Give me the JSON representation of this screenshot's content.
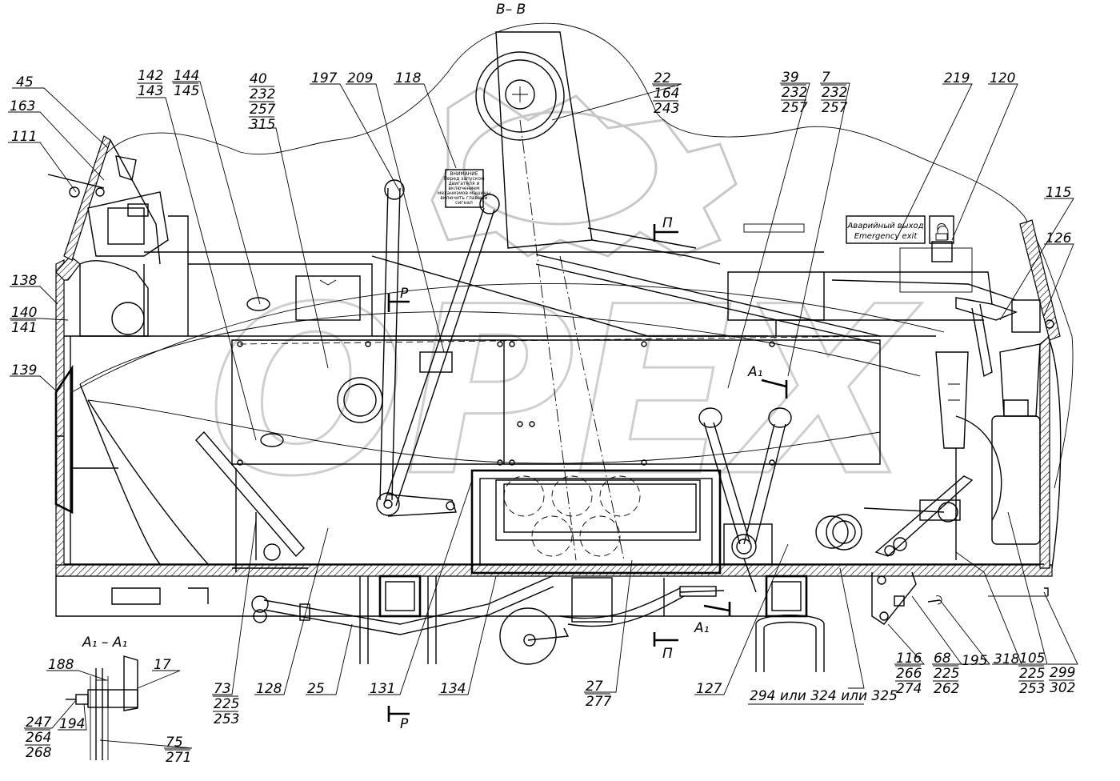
{
  "drawing": {
    "section_title": "В– В",
    "section_a1_title": "А₁ – А₁",
    "sign_warning_lines": [
      "ВНИМАНИЕ",
      "Перед запуском",
      "двигателя и",
      "включением",
      "механизмов машины",
      "включить главный",
      "сигнал"
    ],
    "sign_emergency_ru": "Аварийный выход",
    "sign_emergency_en": "Emergency exit",
    "watermark": "ОРЕХ",
    "cut_markers": {
      "p_upper": "П",
      "p_lower": "П",
      "r_upper": "Р",
      "r_lower": "Р",
      "a1_upper": "А₁",
      "a1_lower": "А₁"
    },
    "note_variant": "294 или 324 или 325",
    "callouts": {
      "c45": [
        "45"
      ],
      "c163": [
        "163"
      ],
      "c111": [
        "111"
      ],
      "c138": [
        "138"
      ],
      "c140": [
        "140",
        "141"
      ],
      "c139": [
        "139"
      ],
      "c142": [
        "142",
        "143"
      ],
      "c144": [
        "144",
        "145"
      ],
      "c40": [
        "40",
        "232",
        "257",
        "315"
      ],
      "c197": [
        "197"
      ],
      "c209": [
        "209"
      ],
      "c118": [
        "118"
      ],
      "c22": [
        "22",
        "164",
        "243"
      ],
      "c39": [
        "39",
        "232",
        "257"
      ],
      "c7": [
        "7",
        "232",
        "257"
      ],
      "c219": [
        "219"
      ],
      "c120": [
        "120"
      ],
      "c115": [
        "115"
      ],
      "c126": [
        "126"
      ],
      "c73": [
        "73",
        "225",
        "253"
      ],
      "c128": [
        "128"
      ],
      "c25": [
        "25"
      ],
      "c131": [
        "131"
      ],
      "c134": [
        "134"
      ],
      "c27": [
        "27",
        "277"
      ],
      "c127": [
        "127"
      ],
      "c116": [
        "116",
        "266",
        "274"
      ],
      "c68": [
        "68",
        "225",
        "262"
      ],
      "c195": [
        "195"
      ],
      "c318": [
        "318"
      ],
      "c105": [
        "105",
        "225",
        "253"
      ],
      "c299": [
        "299",
        "302"
      ],
      "c188": [
        "188"
      ],
      "c17": [
        "17"
      ],
      "c247": [
        "247",
        "264",
        "268"
      ],
      "c194": [
        "194"
      ],
      "c75": [
        "75",
        "271"
      ]
    }
  }
}
